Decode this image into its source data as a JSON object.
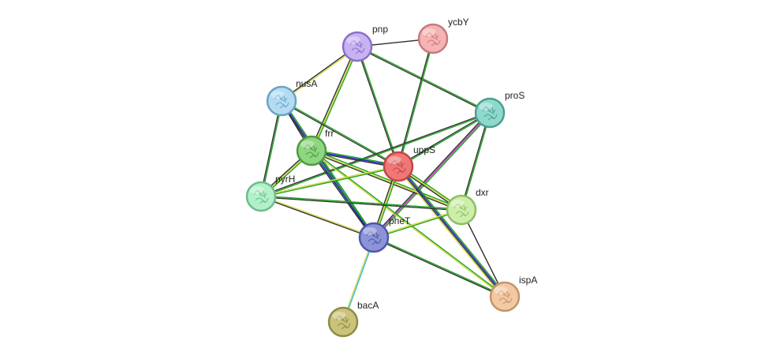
{
  "nodes": [
    {
      "id": "pnp",
      "label": "pnp",
      "color": "#c7b3f2",
      "border": "#8c6fc9"
    },
    {
      "id": "ycbY",
      "label": "ycbY",
      "color": "#f6b3b3",
      "border": "#c77a7a"
    },
    {
      "id": "nusA",
      "label": "nusA",
      "color": "#b3dcf3",
      "border": "#6ba3c4"
    },
    {
      "id": "proS",
      "label": "proS",
      "color": "#8fd9cc",
      "border": "#4b9f93"
    },
    {
      "id": "frr",
      "label": "frr",
      "color": "#8ed67f",
      "border": "#4e9a42"
    },
    {
      "id": "uppS",
      "label": "uppS",
      "color": "#f07777",
      "border": "#c24646"
    },
    {
      "id": "pyrH",
      "label": "pyrH",
      "color": "#b3f0c9",
      "border": "#6bbd8b"
    },
    {
      "id": "dxr",
      "label": "dxr",
      "color": "#cdeeaa",
      "border": "#8cbf63"
    },
    {
      "id": "pheT",
      "label": "pheT",
      "color": "#8c94d8",
      "border": "#4d57a8"
    },
    {
      "id": "ispA",
      "label": "ispA",
      "color": "#f2c9a3",
      "border": "#c4946a"
    },
    {
      "id": "bacA",
      "label": "bacA",
      "color": "#c9c47a",
      "border": "#8f8a45"
    }
  ],
  "edges": [
    {
      "source": "pnp",
      "target": "ycbY",
      "colors": [
        "#333333"
      ]
    },
    {
      "source": "pnp",
      "target": "nusA",
      "colors": [
        "#d7d94a",
        "#333333"
      ]
    },
    {
      "source": "pnp",
      "target": "frr",
      "colors": [
        "#1fa31f",
        "#d7d94a",
        "#333333"
      ]
    },
    {
      "source": "pnp",
      "target": "uppS",
      "colors": [
        "#1fa31f",
        "#333333"
      ]
    },
    {
      "source": "pnp",
      "target": "proS",
      "colors": [
        "#1fa31f",
        "#333333"
      ]
    },
    {
      "source": "ycbY",
      "target": "uppS",
      "colors": [
        "#1fa31f",
        "#333333"
      ]
    },
    {
      "source": "nusA",
      "target": "frr",
      "colors": [
        "#1fa31f",
        "#333333"
      ]
    },
    {
      "source": "nusA",
      "target": "uppS",
      "colors": [
        "#1fa31f",
        "#333333"
      ]
    },
    {
      "source": "nusA",
      "target": "pyrH",
      "colors": [
        "#1fa31f",
        "#333333"
      ]
    },
    {
      "source": "nusA",
      "target": "pheT",
      "colors": [
        "#1fa31f",
        "#2828c8",
        "#333333"
      ]
    },
    {
      "source": "proS",
      "target": "uppS",
      "colors": [
        "#1fa31f",
        "#333333"
      ]
    },
    {
      "source": "proS",
      "target": "pyrH",
      "colors": [
        "#1fa31f",
        "#333333"
      ]
    },
    {
      "source": "proS",
      "target": "pheT",
      "colors": [
        "#1fa31f",
        "#c83cc8",
        "#333333"
      ]
    },
    {
      "source": "proS",
      "target": "dxr",
      "colors": [
        "#1fa31f",
        "#333333"
      ]
    },
    {
      "source": "frr",
      "target": "uppS",
      "colors": [
        "#1fa31f",
        "#2828c8",
        "#333333"
      ]
    },
    {
      "source": "frr",
      "target": "pyrH",
      "colors": [
        "#1fa31f",
        "#d7d94a",
        "#333333"
      ]
    },
    {
      "source": "frr",
      "target": "pheT",
      "colors": [
        "#1fa31f",
        "#2828c8",
        "#333333"
      ]
    },
    {
      "source": "frr",
      "target": "dxr",
      "colors": [
        "#1fa31f",
        "#d7d94a",
        "#333333"
      ]
    },
    {
      "source": "frr",
      "target": "ispA",
      "colors": [
        "#1fa31f",
        "#d7d94a"
      ]
    },
    {
      "source": "uppS",
      "target": "pyrH",
      "colors": [
        "#1fa31f",
        "#d7d94a"
      ]
    },
    {
      "source": "uppS",
      "target": "dxr",
      "colors": [
        "#1fa31f",
        "#d7d94a",
        "#333333"
      ]
    },
    {
      "source": "uppS",
      "target": "pheT",
      "colors": [
        "#1fa31f",
        "#d7d94a",
        "#333333"
      ]
    },
    {
      "source": "uppS",
      "target": "ispA",
      "colors": [
        "#1fa31f",
        "#2828c8",
        "#333333",
        "#d7d94a"
      ]
    },
    {
      "source": "pyrH",
      "target": "dxr",
      "colors": [
        "#1fa31f",
        "#333333"
      ]
    },
    {
      "source": "pyrH",
      "target": "pheT",
      "colors": [
        "#d7d94a",
        "#333333"
      ]
    },
    {
      "source": "dxr",
      "target": "pheT",
      "colors": [
        "#1fa31f",
        "#d7d94a"
      ]
    },
    {
      "source": "dxr",
      "target": "ispA",
      "colors": [
        "#333333"
      ]
    },
    {
      "source": "pheT",
      "target": "ispA",
      "colors": [
        "#1fa31f",
        "#333333"
      ]
    },
    {
      "source": "pheT",
      "target": "bacA",
      "colors": [
        "#2eb8d9",
        "#d7d94a"
      ]
    }
  ]
}
